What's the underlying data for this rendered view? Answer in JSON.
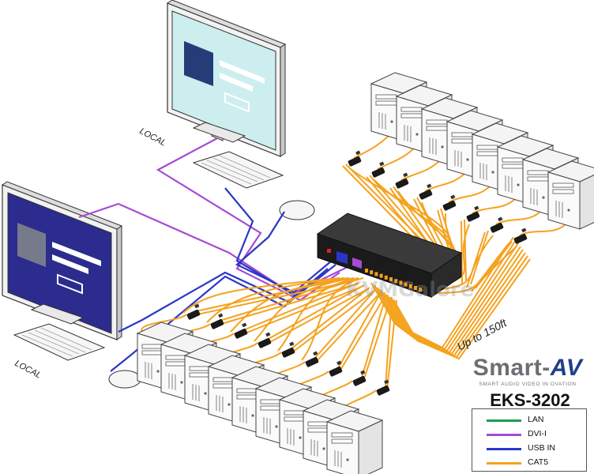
{
  "labels": {
    "local_top": "LOCAL",
    "local_bottom": "LOCAL",
    "distance": "Up to 150ft"
  },
  "brand": {
    "name_a": "Smart-",
    "name_b": "AV",
    "tagline": "SMART AUDIO VIDEO IN OVATION",
    "model": "EKS-3202"
  },
  "watermark": "KVMGalore",
  "legend": [
    {
      "label": "LAN",
      "color": "#1f9d55"
    },
    {
      "label": "DVI-I",
      "color": "#a64bd6"
    },
    {
      "label": "USB IN",
      "color": "#2a36c8"
    },
    {
      "label": "CAT5",
      "color": "#f5a21e"
    }
  ],
  "colors": {
    "dvi": "#a64bd6",
    "usb": "#2a36c8",
    "cat5": "#f5a21e",
    "screen_top": "#cdeeef",
    "screen_left": "#2b2c8e",
    "switch_body": "#1b1b1b"
  }
}
